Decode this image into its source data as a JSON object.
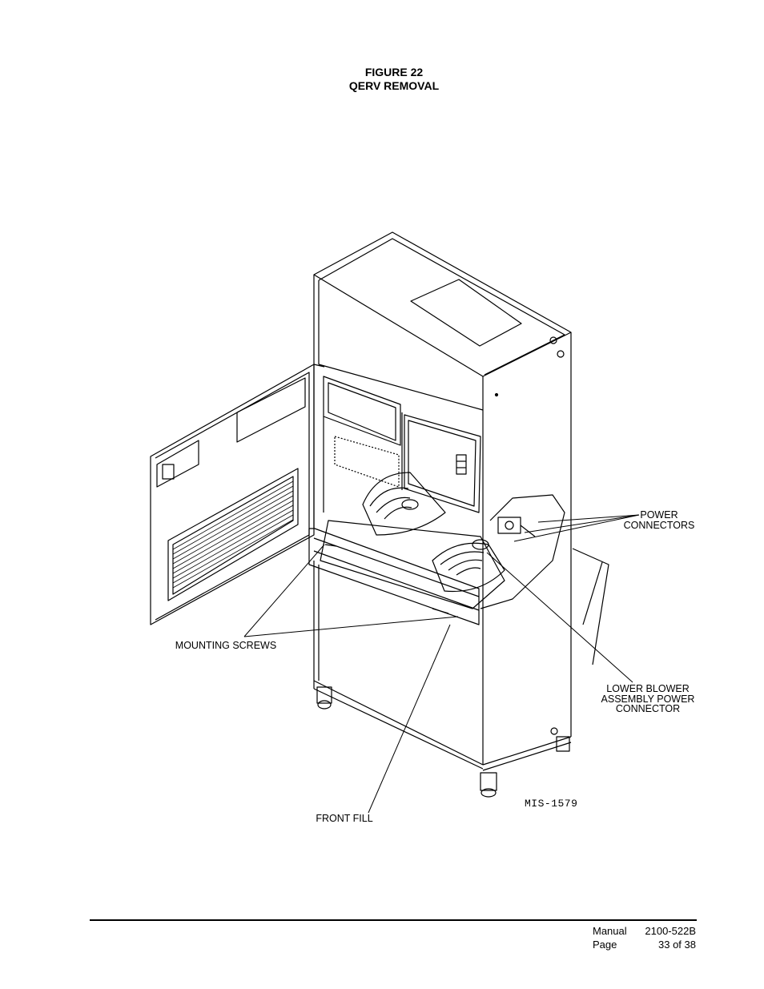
{
  "figure": {
    "number_label": "FIGURE  22",
    "caption": "QERV REMOVAL"
  },
  "callouts": {
    "power_connectors": [
      "POWER",
      "CONNECTORS"
    ],
    "mounting_screws": "MOUNTING SCREWS",
    "lower_blower": [
      "LOWER BLOWER",
      "ASSEMBLY POWER",
      "CONNECTOR"
    ],
    "front_fill": "FRONT FILL"
  },
  "drawing_id": "MIS-1579",
  "footer": {
    "manual_label": "Manual",
    "manual_number": "2100-522B",
    "page_label": "Page",
    "page_value": "33 of 38"
  }
}
